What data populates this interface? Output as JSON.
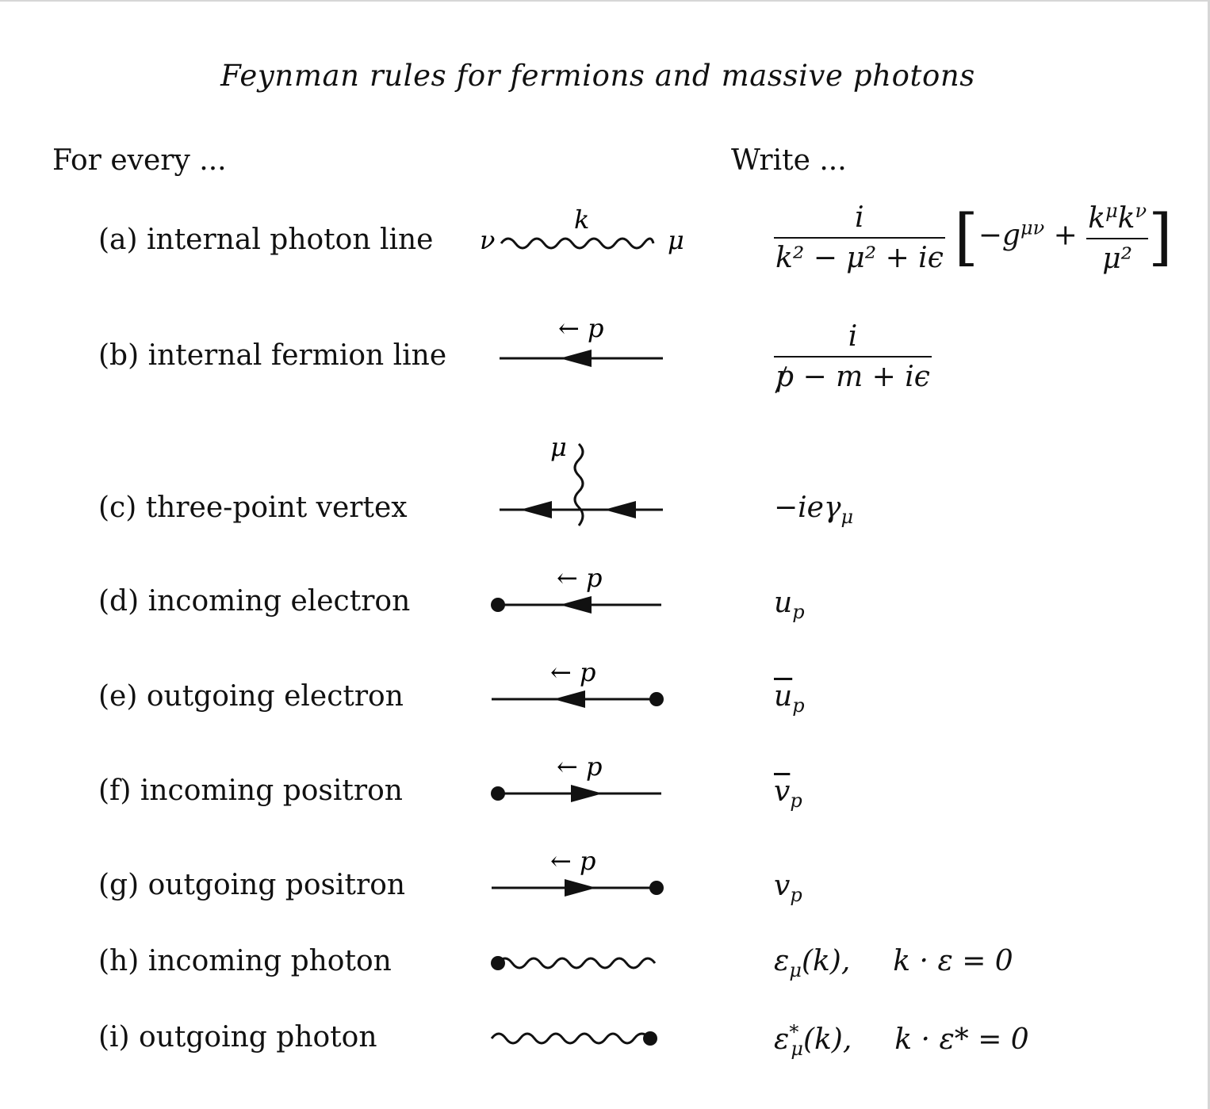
{
  "title": "Feynman rules for fermions and massive photons",
  "columns": {
    "left": "For every ...",
    "right": "Write ..."
  },
  "rules": [
    {
      "id": "a",
      "label": "(a) internal photon line",
      "diagram": {
        "left_index": "ν",
        "right_index": "μ",
        "top_label": "k"
      },
      "expression": {
        "num": "i",
        "den": "k² − μ² + iϵ",
        "bracket_lead": "−g",
        "bracket_lead_sup": "μν",
        "plus": "+",
        "inner_num": "k",
        "inner_num_sup1": "μ",
        "inner_num2": "k",
        "inner_num_sup2": "ν",
        "inner_den": "μ²"
      }
    },
    {
      "id": "b",
      "label": "(b) internal fermion line",
      "diagram": {
        "top_label": "← p"
      },
      "expression": {
        "num": "i",
        "den_p": "p",
        "den_rest": " − m + iϵ"
      }
    },
    {
      "id": "c",
      "label": "(c) three-point vertex",
      "diagram": {
        "top_label": "μ"
      },
      "expression": {
        "base": "−ieγ",
        "sub": "μ"
      }
    },
    {
      "id": "d",
      "label": "(d) incoming electron",
      "diagram": {
        "top_label": "← p"
      },
      "expression": {
        "base": "u",
        "sub": "p"
      }
    },
    {
      "id": "e",
      "label": "(e) outgoing electron",
      "diagram": {
        "top_label": "← p"
      },
      "expression": {
        "base": "u",
        "bar": true,
        "sub": "p"
      }
    },
    {
      "id": "f",
      "label": "(f) incoming positron",
      "diagram": {
        "top_label": "← p"
      },
      "expression": {
        "base": "v",
        "bar": true,
        "sub": "p"
      }
    },
    {
      "id": "g",
      "label": "(g) outgoing positron",
      "diagram": {
        "top_label": "← p"
      },
      "expression": {
        "base": "v",
        "sub": "p"
      }
    },
    {
      "id": "h",
      "label": "(h) incoming photon",
      "diagram": {},
      "expression": {
        "base": "ε",
        "sub": "μ",
        "arg": "(k),",
        "condition": "k · ε = 0"
      }
    },
    {
      "id": "i",
      "label": "(i) outgoing photon",
      "diagram": {},
      "expression": {
        "base": "ε",
        "sup": "*",
        "sub": "μ",
        "arg": "(k),",
        "condition": "k · ε* = 0"
      }
    }
  ]
}
